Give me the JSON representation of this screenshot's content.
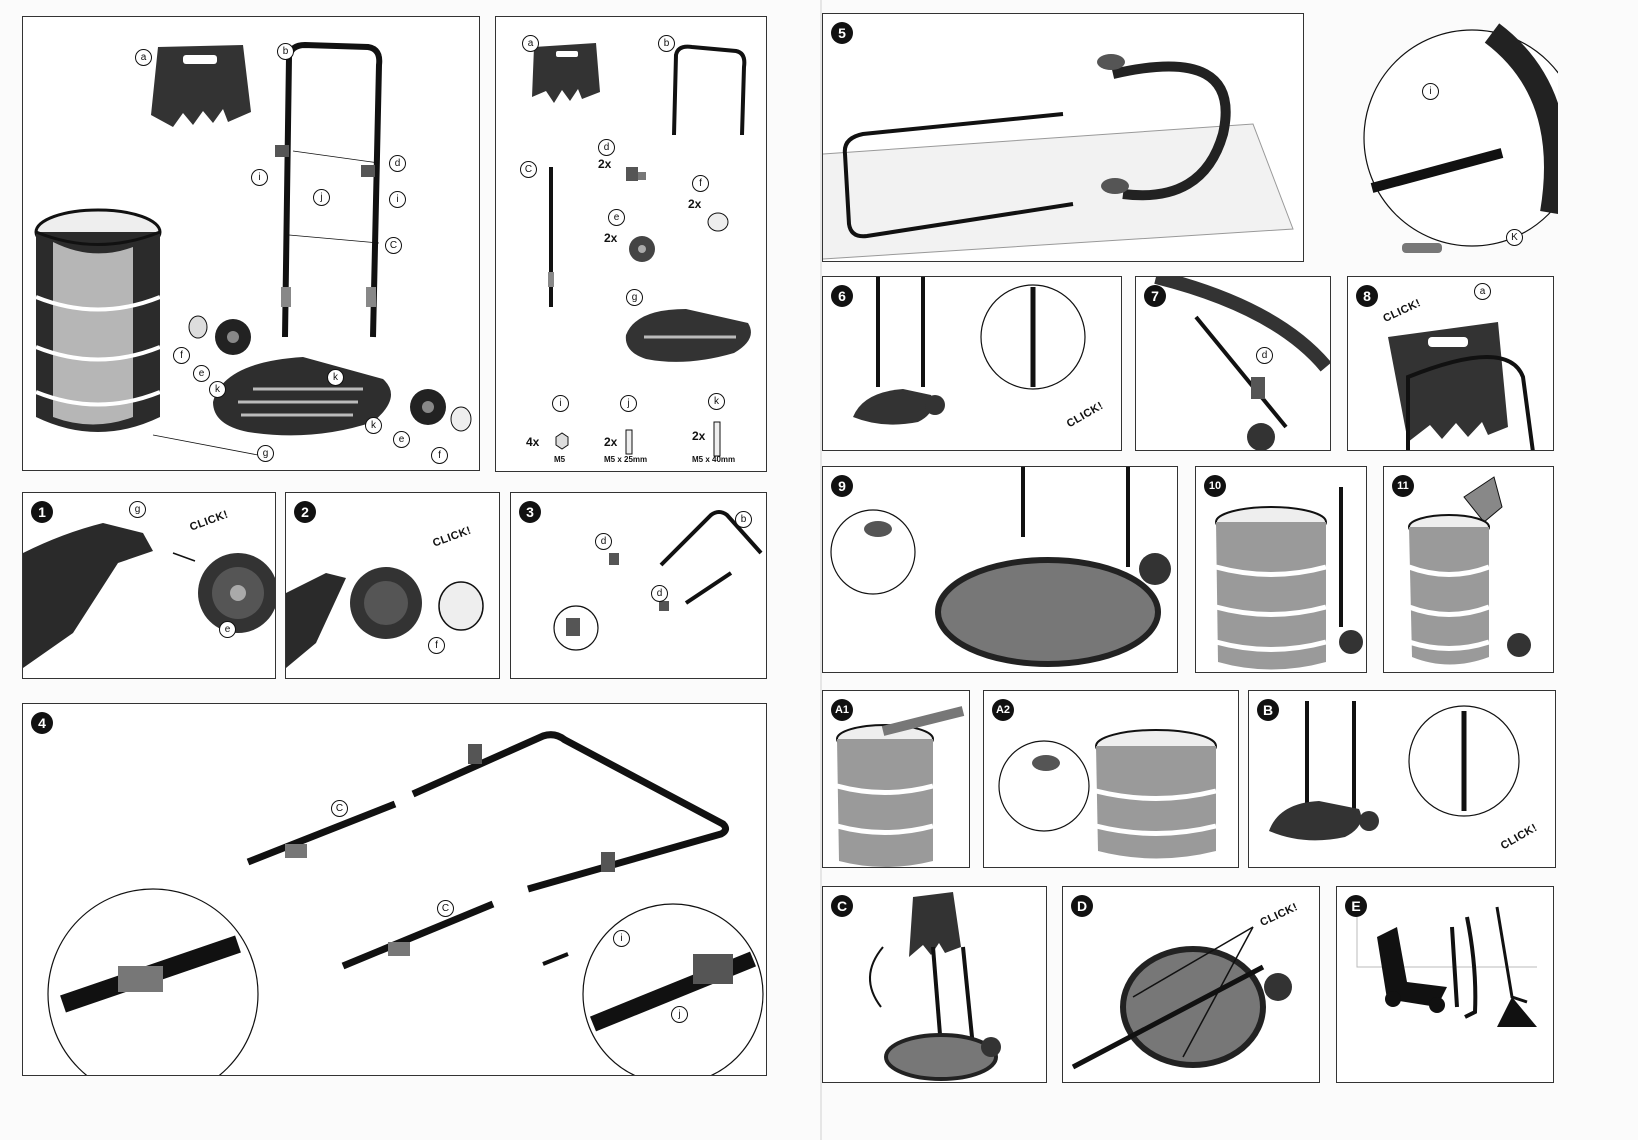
{
  "steps": {
    "s1": "1",
    "s2": "2",
    "s3": "3",
    "s4": "4",
    "s5": "5",
    "s6": "6",
    "s7": "7",
    "s8": "8",
    "s9": "9",
    "s10": "10",
    "s11": "11",
    "a1": "A1",
    "a2": "A2",
    "b": "B",
    "c": "C",
    "d": "D",
    "e": "E"
  },
  "labels": {
    "a": "a",
    "b": "b",
    "c": "C",
    "d": "d",
    "e": "e",
    "f": "f",
    "g": "g",
    "i": "i",
    "j": "j",
    "k": "k",
    "k_upper": "K"
  },
  "parts_list": {
    "d_qty": "2x",
    "e_qty": "2x",
    "f_qty": "2x",
    "i_qty": "4x",
    "j_qty": "2x",
    "k_qty": "2x",
    "i_spec": "M5",
    "j_spec": "M5 x 25mm",
    "k_spec": "M5 x 40mm"
  },
  "click_text": "CLICK!",
  "colors": {
    "ink": "#111111",
    "frame": "#333333",
    "grey": "#8a8a8a",
    "light": "#d9d9d9"
  }
}
